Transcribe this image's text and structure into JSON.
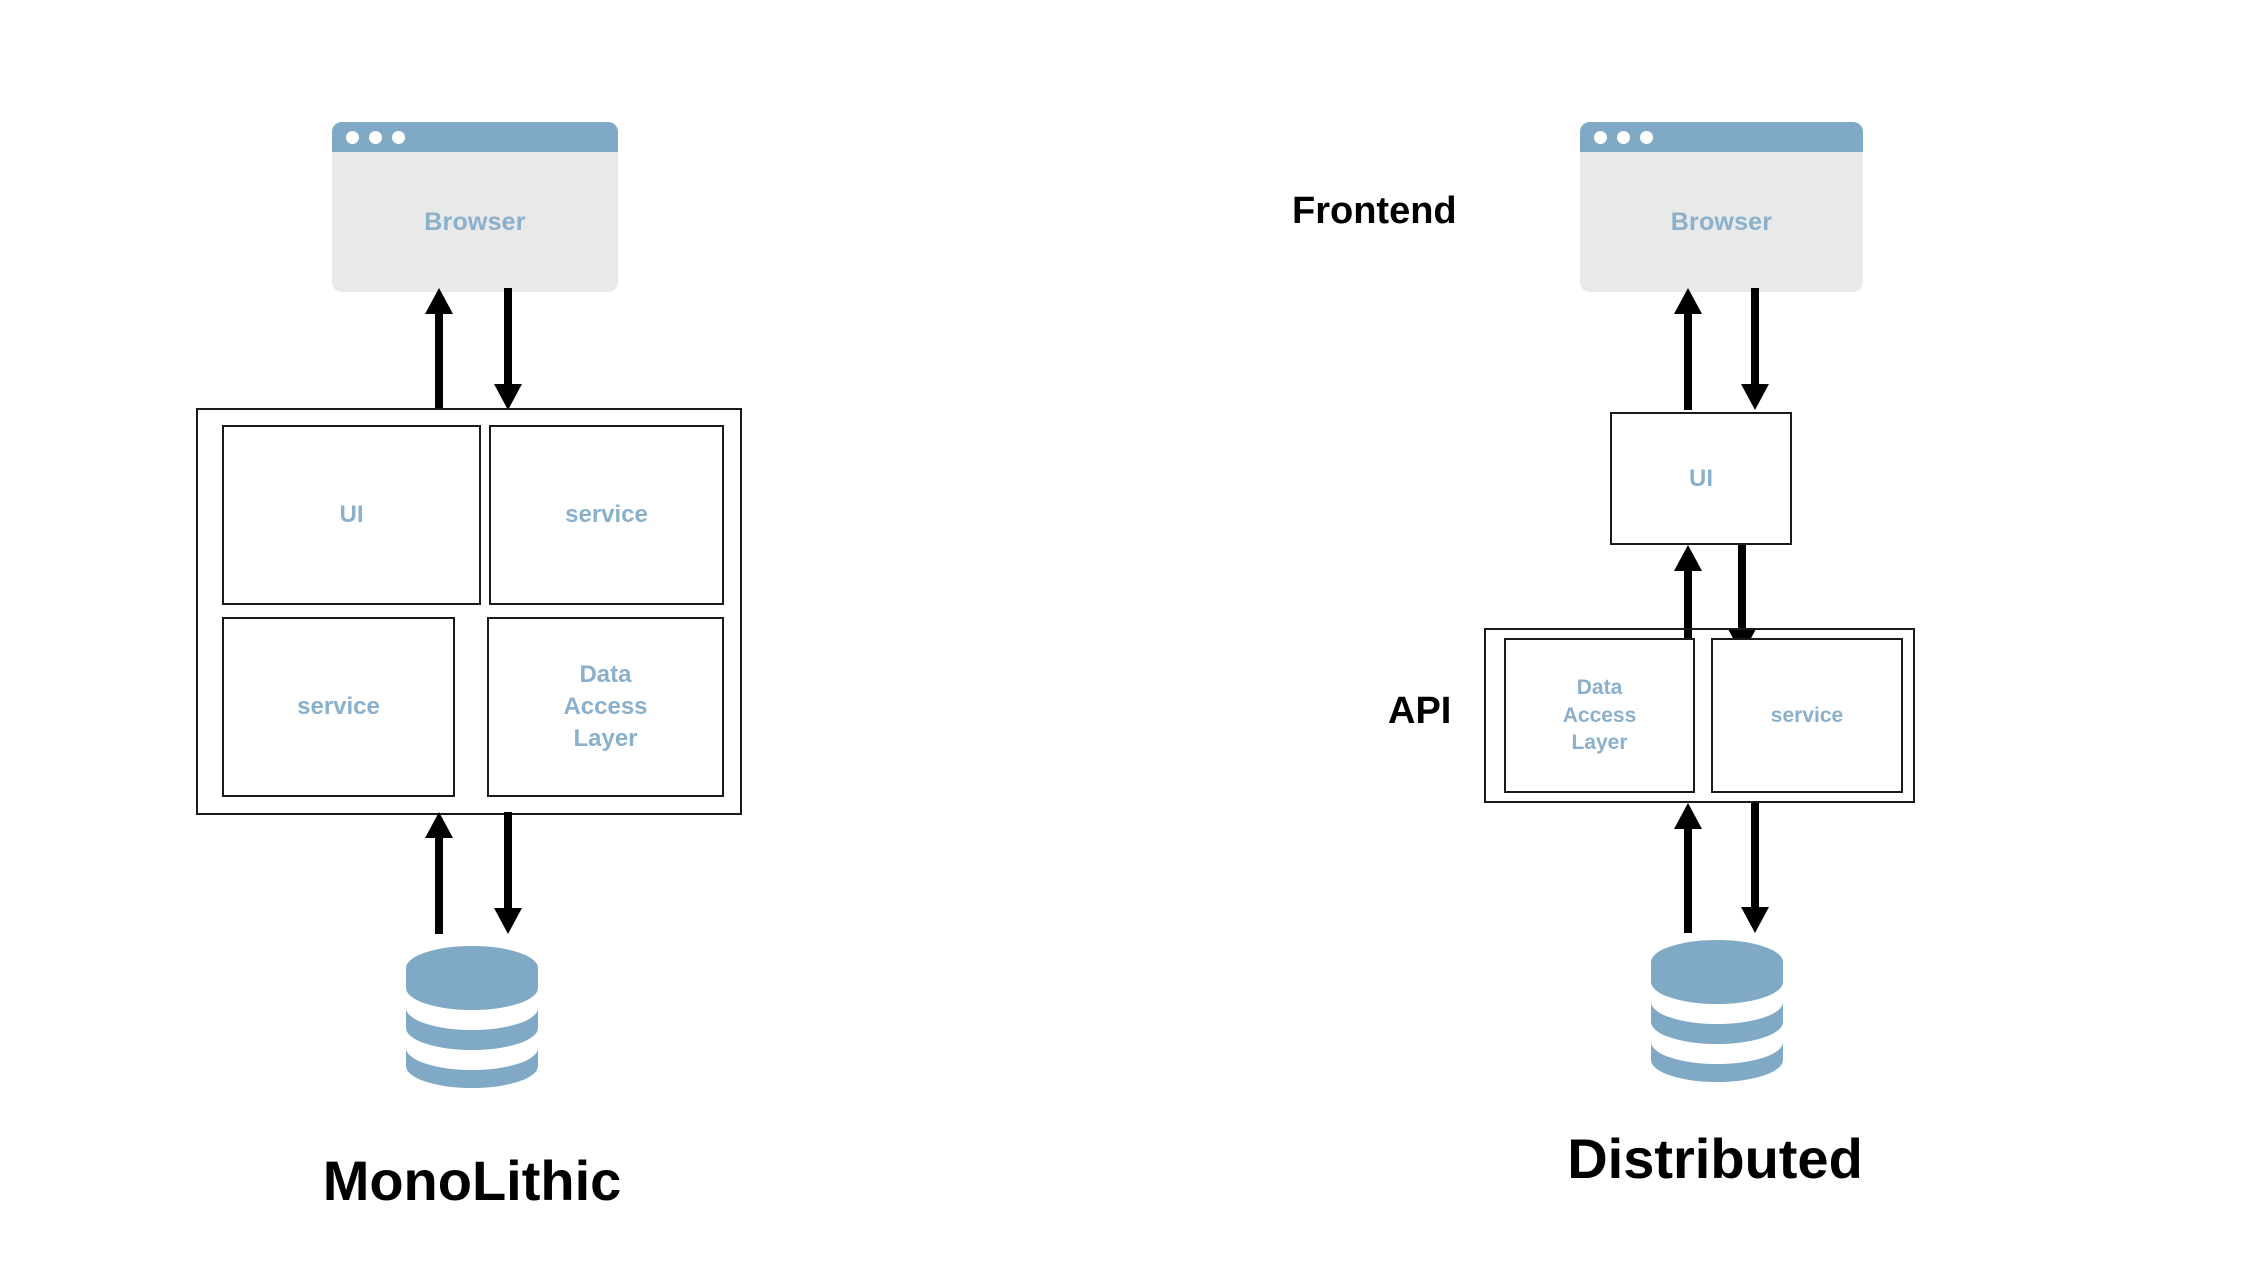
{
  "diagram": {
    "kind": "architecture-comparison",
    "panels": [
      {
        "id": "monolithic",
        "title": "MonoLithic",
        "browser": {
          "label": "Browser",
          "dots": 3
        },
        "container": {
          "name": "monolith-container",
          "cells": [
            {
              "label": "UI"
            },
            {
              "label": "service"
            },
            {
              "label": "service"
            },
            {
              "label": "Data\nAccess\nLayer"
            }
          ]
        },
        "database": {
          "discs": 3
        },
        "side_labels": []
      },
      {
        "id": "distributed",
        "title": "Distributed",
        "browser": {
          "label": "Browser",
          "dots": 3
        },
        "ui_box": {
          "label": "UI"
        },
        "container": {
          "name": "api-container",
          "cells": [
            {
              "label": "Data\nAccess\nLayer"
            },
            {
              "label": "service"
            }
          ]
        },
        "database": {
          "discs": 3
        },
        "side_labels": [
          {
            "id": "frontend",
            "label": "Frontend"
          },
          {
            "id": "api",
            "label": "API"
          }
        ]
      }
    ]
  },
  "labels": {
    "monolithic_title": "MonoLithic",
    "distributed_title": "Distributed",
    "frontend": "Frontend",
    "api": "API",
    "browser_left": "Browser",
    "browser_right": "Browser",
    "mono_ui": "UI",
    "mono_service_top": "service",
    "mono_service_bottom": "service",
    "mono_dal_line1": "Data",
    "mono_dal_line2": "Access",
    "mono_dal_line3": "Layer",
    "dist_ui": "UI",
    "dist_dal_line1": "Data",
    "dist_dal_line2": "Access",
    "dist_dal_line3": "Layer",
    "dist_service": "service"
  },
  "colors": {
    "accent_blue": "#7fa9c5",
    "label_blue": "#8ab0cb",
    "browser_body": "#e9e9e9",
    "stroke": "#1a1a1a",
    "background": "#ffffff",
    "text_black": "#000000"
  }
}
